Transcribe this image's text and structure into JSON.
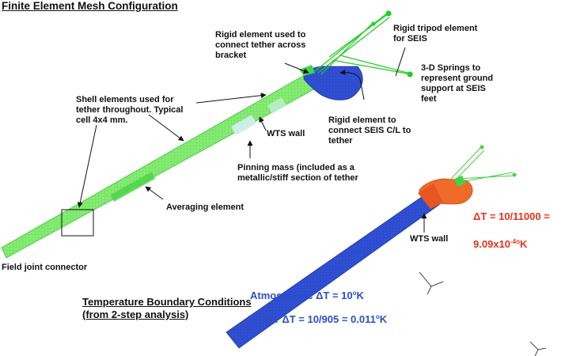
{
  "title": "Finite Element Mesh Configuration",
  "labels": {
    "rigid_bracket": "Rigid element used to\nconnect tether across\nbracket",
    "rigid_tripod": "Rigid tripod element\nfor SEIS",
    "springs": "3-D Springs to\nrepresent ground\nsupport at SEIS\nfeet",
    "shell": "Shell elements used for\ntether throughout. Typical\ncell 4x4 mm.",
    "rigid_cl": "Rigid element to\nconnect SEIS C/L to\ntether",
    "wts_wall_top": "WTS wall",
    "pinning": "Pinning mass (included as a\nmetallic/stiff section of tether",
    "averaging": "Averaging element",
    "field_joint": "Field joint connector",
    "wts_wall_bottom": "WTS wall"
  },
  "temperature": {
    "heading_line1": "Temperature Boundary Conditions",
    "heading_line2": "(from 2-step analysis)",
    "delta_t_red_line1": "ΔT = 10/11000 =",
    "delta_t_red_line2_value": "9.09x10",
    "delta_t_red_line2_exp": "-4o",
    "delta_t_red_line2_unit": "K",
    "atmospheric_prefix": "Atmospheric ΔT = 10",
    "atmospheric_sup": "o",
    "atmospheric_unit": "K",
    "tether_prefix": "Tether ΔT = 10/905 = 0.011",
    "tether_sup": "o",
    "tether_unit": "K"
  },
  "colors": {
    "mesh_green": "#7ee86a",
    "mesh_green_dark": "#4fd44a",
    "mesh_light": "#c8f0e4",
    "seis_blue": "#2a45d8",
    "tether_blue": "#2f55cf",
    "seis_orange": "#f06a2a",
    "red_text": "#e8321c",
    "blue_text": "#2c4fc9",
    "tripod_green": "#22cc22"
  }
}
